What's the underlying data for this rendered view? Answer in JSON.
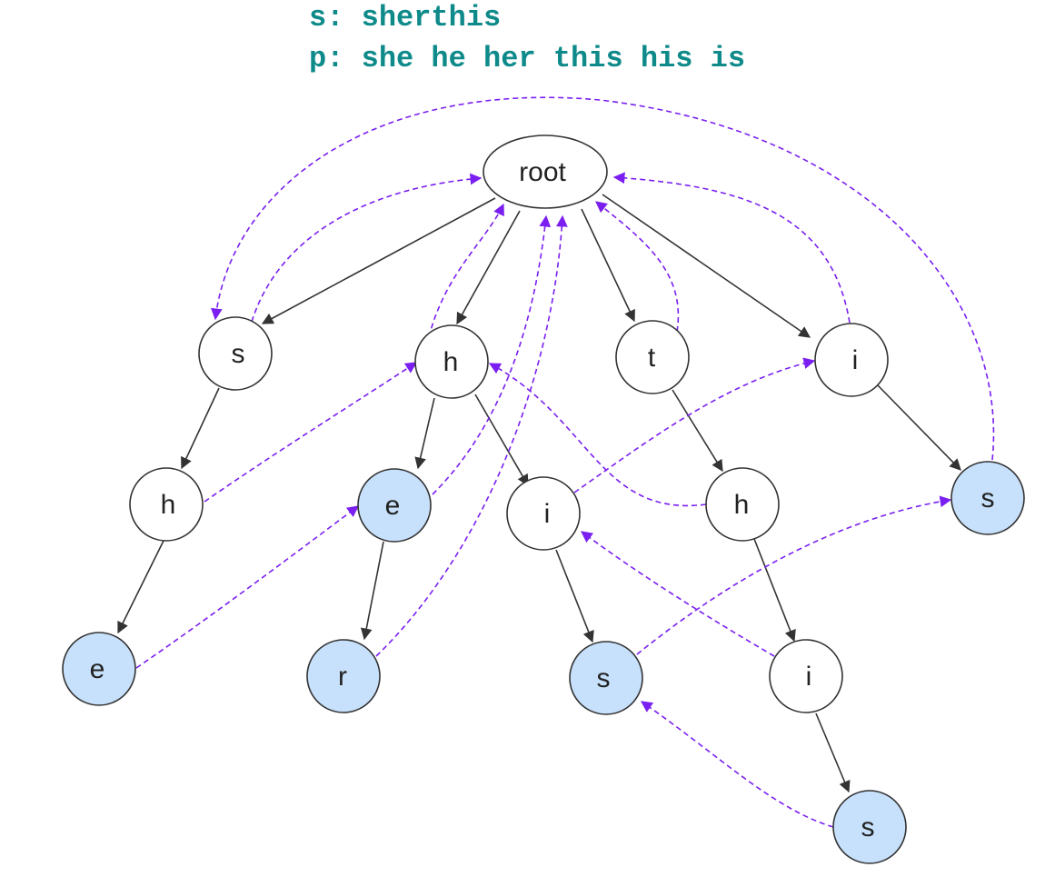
{
  "header": {
    "text_line": "s: sherthis",
    "patterns_line": "p: she he her this his is"
  },
  "colors": {
    "header_text": "#0e8a8a",
    "node_fill": "#ffffff",
    "output_node_fill": "#c7e0fb",
    "node_stroke": "#333333",
    "trie_edge": "#333333",
    "fail_link": "#7a1ff0"
  },
  "nodes": [
    {
      "id": "root",
      "label": "root",
      "output": false
    },
    {
      "id": "s",
      "label": "s",
      "output": false
    },
    {
      "id": "sh",
      "label": "h",
      "output": false
    },
    {
      "id": "she",
      "label": "e",
      "output": true
    },
    {
      "id": "h",
      "label": "h",
      "output": false
    },
    {
      "id": "he",
      "label": "e",
      "output": true
    },
    {
      "id": "her",
      "label": "r",
      "output": true
    },
    {
      "id": "hi",
      "label": "i",
      "output": false
    },
    {
      "id": "his",
      "label": "s",
      "output": true
    },
    {
      "id": "t",
      "label": "t",
      "output": false
    },
    {
      "id": "th",
      "label": "h",
      "output": false
    },
    {
      "id": "thi",
      "label": "i",
      "output": false
    },
    {
      "id": "this",
      "label": "s",
      "output": true
    },
    {
      "id": "i",
      "label": "i",
      "output": false
    },
    {
      "id": "is",
      "label": "s",
      "output": true
    }
  ],
  "trie_edges": [
    [
      "root",
      "s"
    ],
    [
      "root",
      "h"
    ],
    [
      "root",
      "t"
    ],
    [
      "root",
      "i"
    ],
    [
      "s",
      "sh"
    ],
    [
      "sh",
      "she"
    ],
    [
      "h",
      "he"
    ],
    [
      "he",
      "her"
    ],
    [
      "h",
      "hi"
    ],
    [
      "hi",
      "his"
    ],
    [
      "t",
      "th"
    ],
    [
      "th",
      "thi"
    ],
    [
      "thi",
      "this"
    ],
    [
      "i",
      "is"
    ]
  ],
  "fail_links": [
    [
      "s",
      "root"
    ],
    [
      "h",
      "root"
    ],
    [
      "t",
      "root"
    ],
    [
      "i",
      "root"
    ],
    [
      "sh",
      "h"
    ],
    [
      "she",
      "he"
    ],
    [
      "he",
      "root"
    ],
    [
      "her",
      "root"
    ],
    [
      "hi",
      "i"
    ],
    [
      "his",
      "is"
    ],
    [
      "th",
      "h"
    ],
    [
      "thi",
      "hi"
    ],
    [
      "this",
      "his"
    ],
    [
      "is",
      "s"
    ]
  ]
}
